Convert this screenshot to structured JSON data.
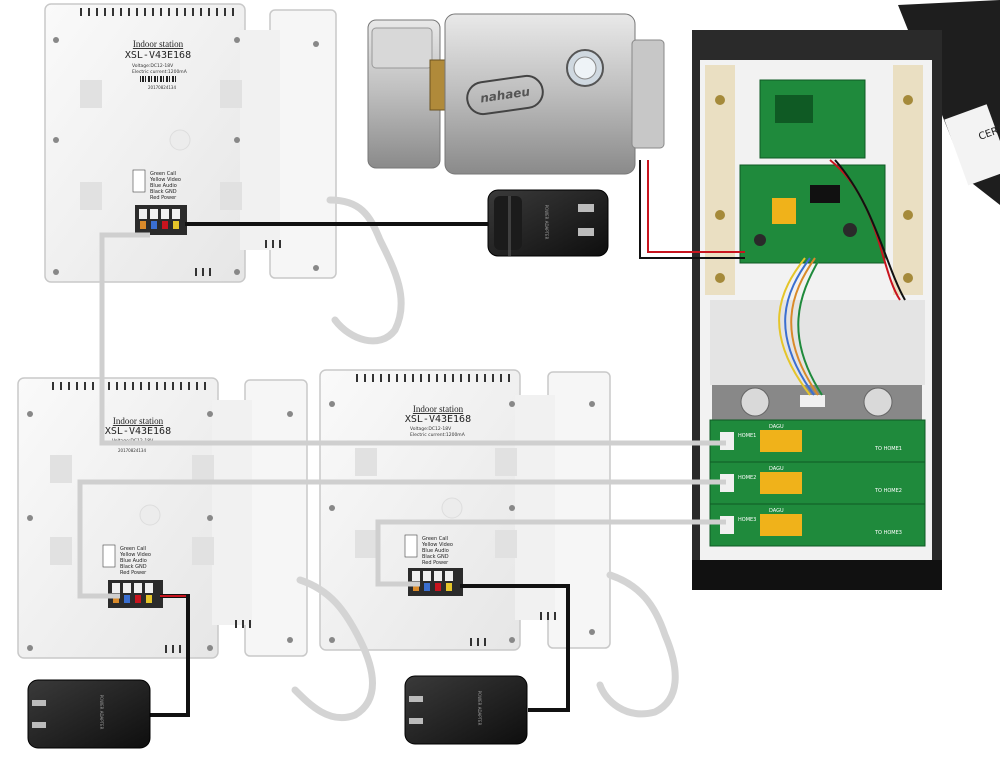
{
  "monitors": [
    {
      "station": "Indoor station",
      "model": "XSL-V43E168",
      "voltage": "Voltage:DC12-18V",
      "current": "Electric current:1200mA",
      "serial": "20170824134",
      "wires": [
        "Green Call",
        "Yellow Video",
        "Blue Audio",
        "Black GND",
        "Red Power"
      ]
    },
    {
      "station": "Indoor station",
      "model": "XSL-V43E168",
      "voltage": "Voltage:DC12-18V",
      "current": "",
      "serial": "20170824134",
      "wires": [
        "Green Call",
        "Yellow Video",
        "Blue Audio",
        "Black GND",
        "Red Power"
      ]
    },
    {
      "station": "Indoor station",
      "model": "XSL-V43E168",
      "voltage": "Voltage:DC12-18V",
      "current": "Electric current:1200mA",
      "serial": "",
      "wires": [
        "Green Call",
        "Yellow Video",
        "Blue Audio",
        "Black GND",
        "Red Power"
      ]
    }
  ],
  "lock": {
    "brand": "nahaeu"
  },
  "adapters": [
    {
      "label": "POWER ADAPTER"
    },
    {
      "label": "POWER ADAPTER"
    },
    {
      "label": "POWER ADAPTER"
    }
  ],
  "outdoor_unit": {
    "cert_label": "CERT",
    "relay_label": "DAGU",
    "home_labels": [
      "HOME1",
      "HOME2",
      "HOME3"
    ],
    "to_labels": [
      "TO HOME1",
      "TO HOME2",
      "TO HOME3"
    ]
  },
  "colors": {
    "panel": "#f2f2f2",
    "panel_edge": "#c9c9c9",
    "cable": "#cfcfcf",
    "black_cable": "#111111",
    "red_wire": "#c8141e",
    "pcb": "#1f8a3c",
    "relay": "#f0b21a",
    "housing": "#2a2a2a",
    "beige": "#eadfc2"
  }
}
